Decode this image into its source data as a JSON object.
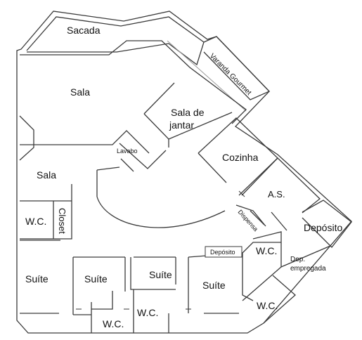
{
  "rooms": {
    "sacada": "Sacada",
    "varanda_gourmet": "Varanda Gourmet",
    "sala_main": "Sala",
    "sala_jantar_line1": "Sala de",
    "sala_jantar_line2": "jantar",
    "lavabo": "Lavabo",
    "cozinha": "Cozinha",
    "sala_small": "Sala",
    "as": "A.S.",
    "dispensa": "Dispensa",
    "deposito_right": "Depósito",
    "wc_left": "W.C.",
    "closet": "Closet",
    "deposito_box": "Depósito",
    "wc_center_right": "W.C.",
    "dep_empregada_line1": "Dep.",
    "dep_empregada_line2": "empregada",
    "suite_1": "Suíte",
    "suite_2": "Suíte",
    "suite_3": "Suíte",
    "suite_4": "Suíte",
    "wc_bottom_1": "W.C.",
    "wc_bottom_2": "W.C.",
    "wc_bottom_right": "W.C."
  }
}
